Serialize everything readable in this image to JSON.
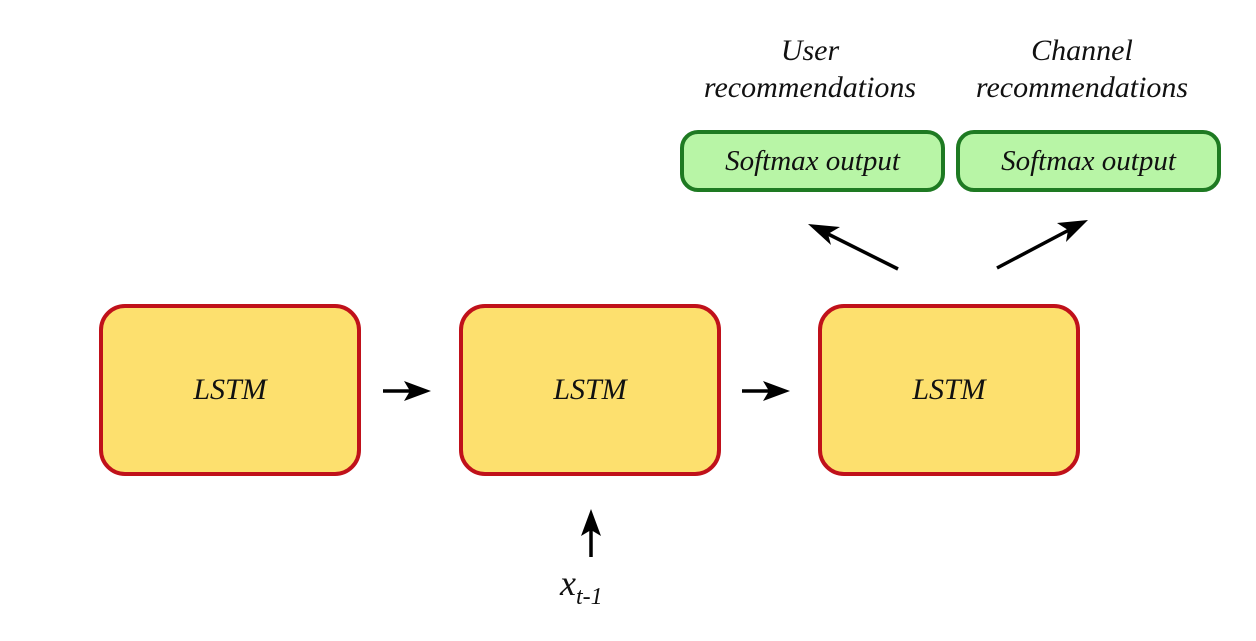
{
  "diagram": {
    "lstm_cells": [
      {
        "label": "LSTM"
      },
      {
        "label": "LSTM"
      },
      {
        "label": "LSTM"
      }
    ],
    "outputs": [
      {
        "title_line1": "User",
        "title_line2": "recommendations",
        "box_label": "Softmax output"
      },
      {
        "title_line1": "Channel",
        "title_line2": "recommendations",
        "box_label": "Softmax output"
      }
    ],
    "input": {
      "symbol": "x",
      "subscript": "t-1"
    },
    "colors": {
      "lstm_fill": "#fde06e",
      "lstm_border": "#c0111a",
      "softmax_fill": "#b8f5a6",
      "softmax_border": "#1e7a22",
      "arrow": "#000000"
    }
  }
}
